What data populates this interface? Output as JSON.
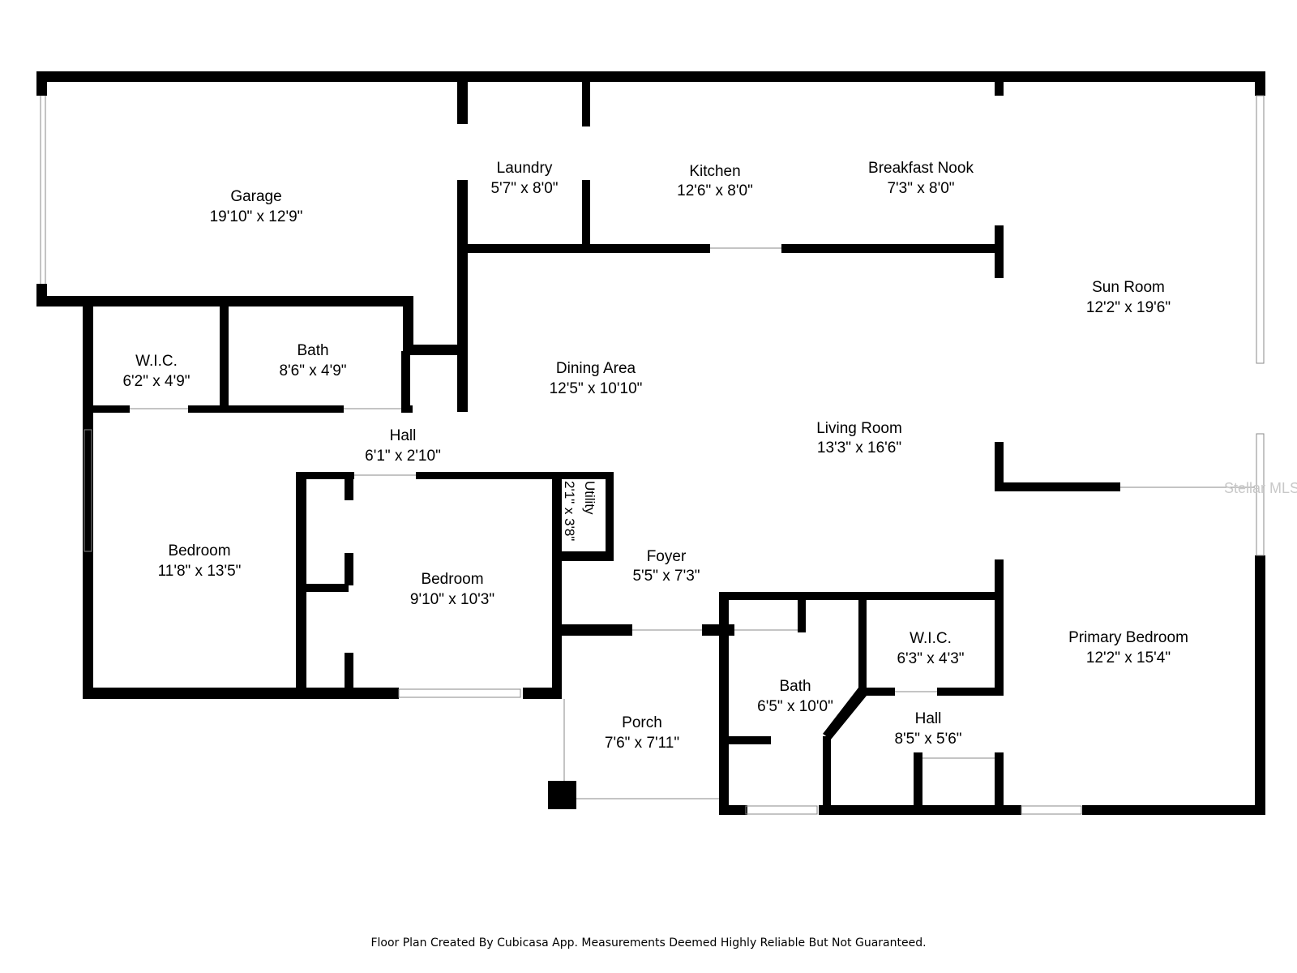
{
  "rooms": [
    {
      "name": "Garage",
      "size": "19'10\" x 12'9\""
    },
    {
      "name": "Laundry",
      "size": "5'7\" x 8'0\""
    },
    {
      "name": "Kitchen",
      "size": "12'6\" x 8'0\""
    },
    {
      "name": "Breakfast Nook",
      "size": "7'3\" x 8'0\""
    },
    {
      "name": "Sun Room",
      "size": "12'2\" x 19'6\""
    },
    {
      "name": "W.I.C.",
      "size": "6'2\" x 4'9\""
    },
    {
      "name": "Bath",
      "size": "8'6\" x 4'9\""
    },
    {
      "name": "Dining Area",
      "size": "12'5\" x 10'10\""
    },
    {
      "name": "Living Room",
      "size": "13'3\" x 16'6\""
    },
    {
      "name": "Hall",
      "size": "6'1\" x 2'10\""
    },
    {
      "name": "Bedroom",
      "size": "11'8\" x 13'5\""
    },
    {
      "name": "Bedroom",
      "size": "9'10\" x 10'3\""
    },
    {
      "name": "Utility",
      "size": "2'1\" x 3'8\""
    },
    {
      "name": "Foyer",
      "size": "5'5\" x 7'3\""
    },
    {
      "name": "W.I.C.",
      "size": "6'3\" x 4'3\""
    },
    {
      "name": "Primary Bedroom",
      "size": "12'2\" x 15'4\""
    },
    {
      "name": "Bath",
      "size": "6'5\" x 10'0\""
    },
    {
      "name": "Hall",
      "size": "8'5\" x 5'6\""
    },
    {
      "name": "Porch",
      "size": "7'6\" x 7'11\""
    }
  ],
  "watermark": "Stellar MLS",
  "footer": "Floor Plan Created By Cubicasa App. Measurements Deemed Highly Reliable But Not Guaranteed."
}
